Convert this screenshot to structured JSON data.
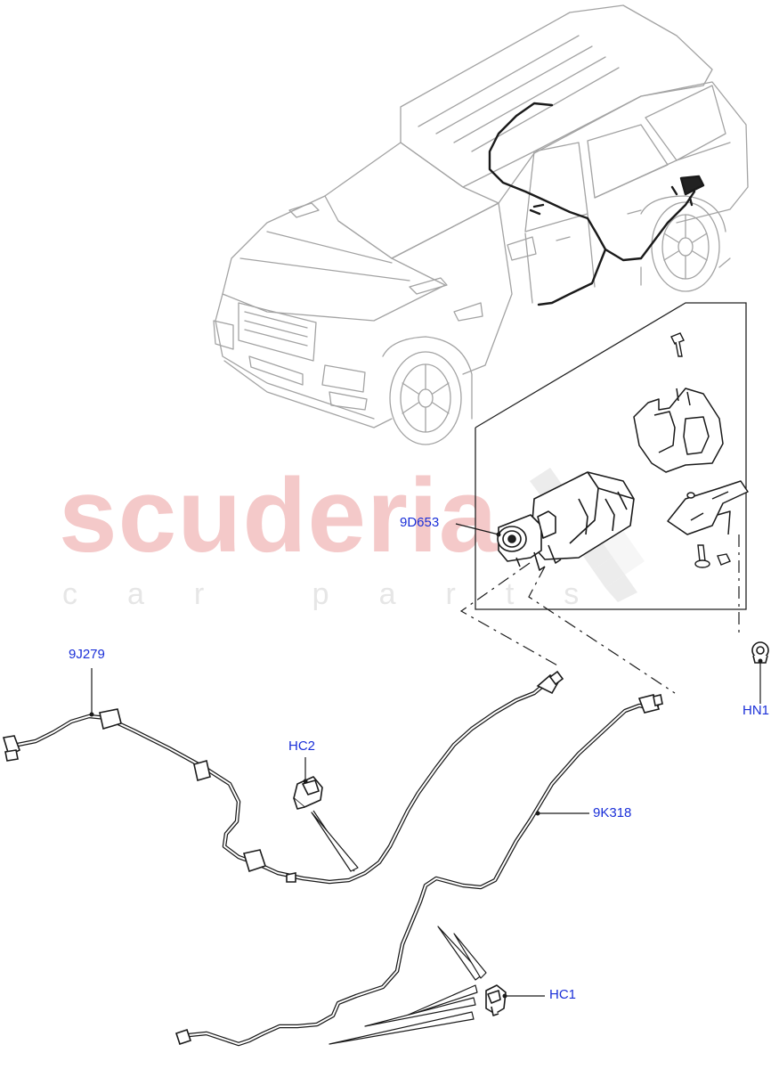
{
  "watermark": {
    "main": "scuderia",
    "sub": "car parts"
  },
  "callouts": {
    "canister": "9D653",
    "pipe_front": "9J279",
    "clip_2": "HC2",
    "pipe_rear": "9K318",
    "nut": "HN1",
    "clip_1": "HC1"
  },
  "colors": {
    "callout_text": "#1a2fd8",
    "line_art": "#222222",
    "vehicle_outline": "#9a9a9a",
    "watermark_main": "#f4c9c9",
    "watermark_sub": "#e6e6e6"
  }
}
